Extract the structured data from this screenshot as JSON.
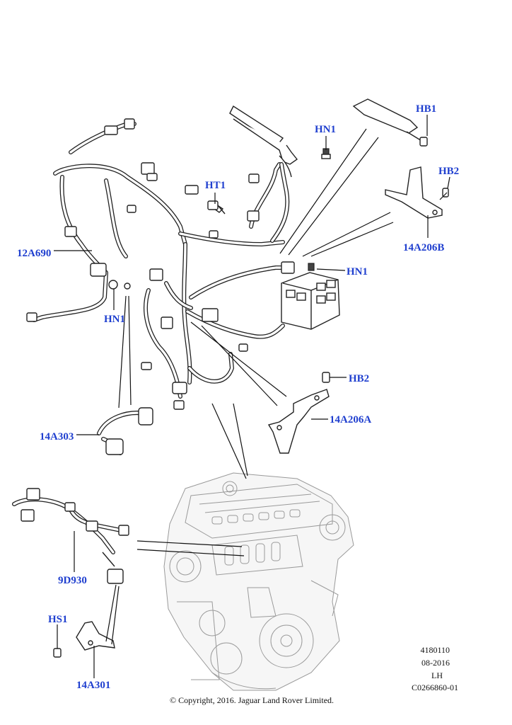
{
  "colors": {
    "callout": "#1f3fcf",
    "line": "#222222",
    "engine": "#9a9a9a"
  },
  "callouts": {
    "hb1": "HB1",
    "hn1_top": "HN1",
    "hb2_top": "HB2",
    "ht1": "HT1",
    "part_14a206b": "14A206B",
    "hn1_right": "HN1",
    "part_12a690": "12A690",
    "hn1_left": "HN1",
    "hb2_mid": "HB2",
    "part_14a206a": "14A206A",
    "part_14a303": "14A303",
    "part_9d930": "9D930",
    "hs1": "HS1",
    "part_14a301": "14A301"
  },
  "meta": {
    "code": "4180110",
    "date": "08-2016",
    "side": "LH",
    "illustration_id": "C0266860-01"
  },
  "footer": {
    "copyright": "© Copyright, 2016. Jaguar Land Rover Limited."
  }
}
